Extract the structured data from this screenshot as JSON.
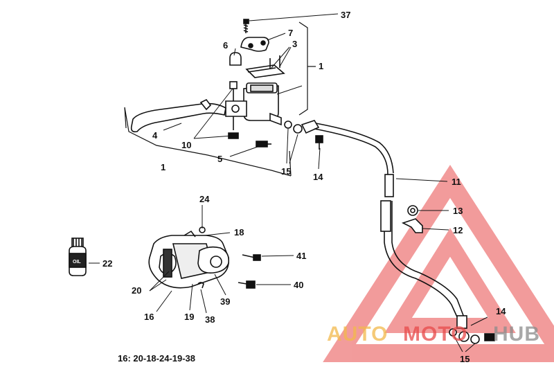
{
  "labels": {
    "l37": "37",
    "l7": "7",
    "l6": "6",
    "l3": "3",
    "l1a": "1",
    "l4": "4",
    "l10": "10",
    "l5": "5",
    "l1b": "1",
    "l15a": "15",
    "l14a": "14",
    "l11": "11",
    "l13": "13",
    "l12": "12",
    "l24": "24",
    "l18": "18",
    "l22": "22",
    "l41": "41",
    "l20": "20",
    "l40": "40",
    "l39": "39",
    "l16": "16",
    "l19": "19",
    "l38": "38",
    "l14b": "14",
    "l15b": "15"
  },
  "bottle_text": "OIL",
  "footer_note": "16: 20-18-24-19-38",
  "watermark": {
    "part1": "AUTO",
    "part2": "MOTO",
    "part3": "HUB"
  },
  "colors": {
    "watermark_red": "#e84a4a",
    "watermark_orange": "#f2b94c",
    "watermark_gray": "#8c8c8c",
    "line": "#111111"
  }
}
